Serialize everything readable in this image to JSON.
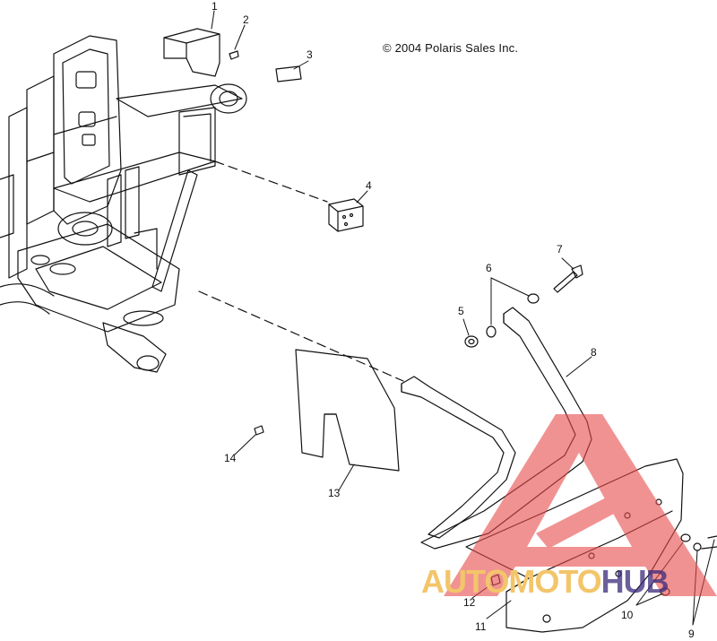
{
  "copyright": "© 2004 Polaris Sales Inc.",
  "callouts": [
    "1",
    "2",
    "3",
    "4",
    "5",
    "6",
    "7",
    "8",
    "9",
    "10",
    "11",
    "12",
    "13",
    "14"
  ],
  "watermark": {
    "part1": "AUTOMOTO",
    "part2": "HUB"
  },
  "colors": {
    "line": "#111111",
    "watermark_red": "#e84a4a",
    "watermark_gold": "#f3c56a",
    "watermark_navy": "#3a2a7a"
  }
}
